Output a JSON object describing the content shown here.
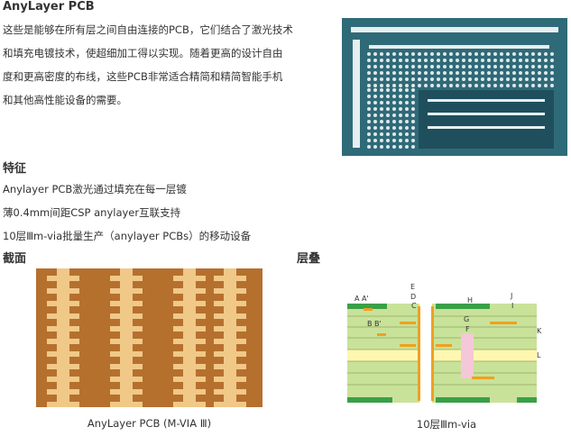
{
  "title": "AnyLayer PCB",
  "intro": [
    "这些是能够在所有层之间自由连接的PCB，它们结合了激光技术",
    "和填充电镀技术，使超细加工得以实现。随着更高的设计自由",
    "度和更高密度的布线，这些PCB非常适合精简和精简智能手机",
    "和其他高性能设备的需要。"
  ],
  "features": {
    "heading": "特征",
    "items": [
      "Anylayer PCB激光通过填充在每一层镀",
      "薄0.4mm间距CSP anylayer互联支持",
      "10层Ⅲm-via批量生产（anylayer PCBs）的移动设备"
    ]
  },
  "cross_section": {
    "heading": "截面",
    "caption": "AnyLayer PCB (M-VIA Ⅲ)"
  },
  "stackup": {
    "heading": "层叠",
    "caption": "10层Ⅲm-via",
    "labels": [
      "A",
      "A'",
      "B",
      "B'",
      "C",
      "D",
      "E",
      "F",
      "G",
      "H",
      "I",
      "J",
      "K",
      "L"
    ]
  }
}
